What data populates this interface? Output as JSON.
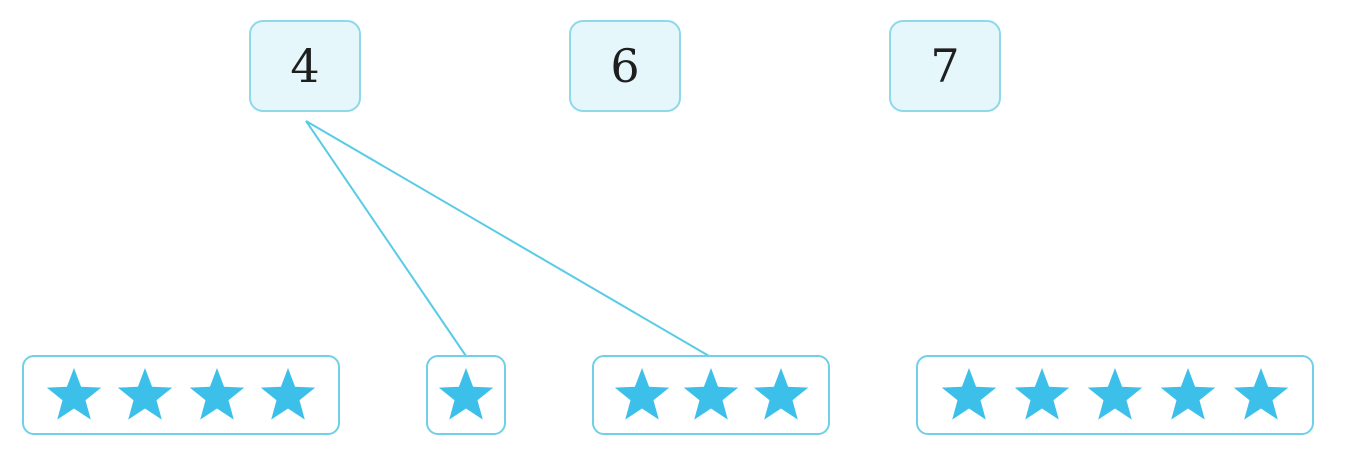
{
  "numbers": [
    {
      "id": "4",
      "label": "4"
    },
    {
      "id": "6",
      "label": "6"
    },
    {
      "id": "7",
      "label": "7"
    }
  ],
  "star_groups": [
    {
      "count": 4
    },
    {
      "count": 1
    },
    {
      "count": 3
    },
    {
      "count": 5
    }
  ],
  "connections": [
    {
      "from_number": "4",
      "to_group": 1
    },
    {
      "from_number": "4",
      "to_group": 2
    }
  ],
  "colors": {
    "star": "#3cc0ea",
    "line": "#58cbe6",
    "number_box_fill": "#e6f7fb",
    "number_box_border": "#8fd8ea",
    "group_border": "#6fd0e8"
  }
}
